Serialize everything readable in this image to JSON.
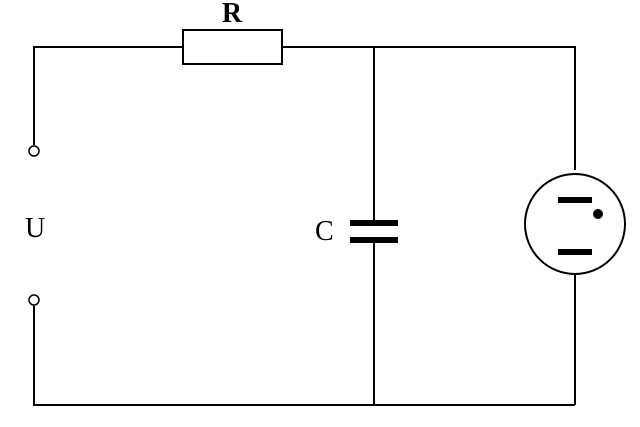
{
  "diagram": {
    "labels": {
      "resistor": "R",
      "source": "U",
      "capacitor": "C"
    },
    "colors": {
      "stroke": "#000000",
      "background": "#ffffff"
    },
    "components": [
      {
        "type": "resistor",
        "icon": "resistor-icon"
      },
      {
        "type": "capacitor",
        "icon": "capacitor-icon"
      },
      {
        "type": "neon-lamp",
        "icon": "lamp-icon"
      },
      {
        "type": "terminal",
        "icon": "terminal-top-icon"
      },
      {
        "type": "terminal",
        "icon": "terminal-bottom-icon"
      }
    ]
  }
}
